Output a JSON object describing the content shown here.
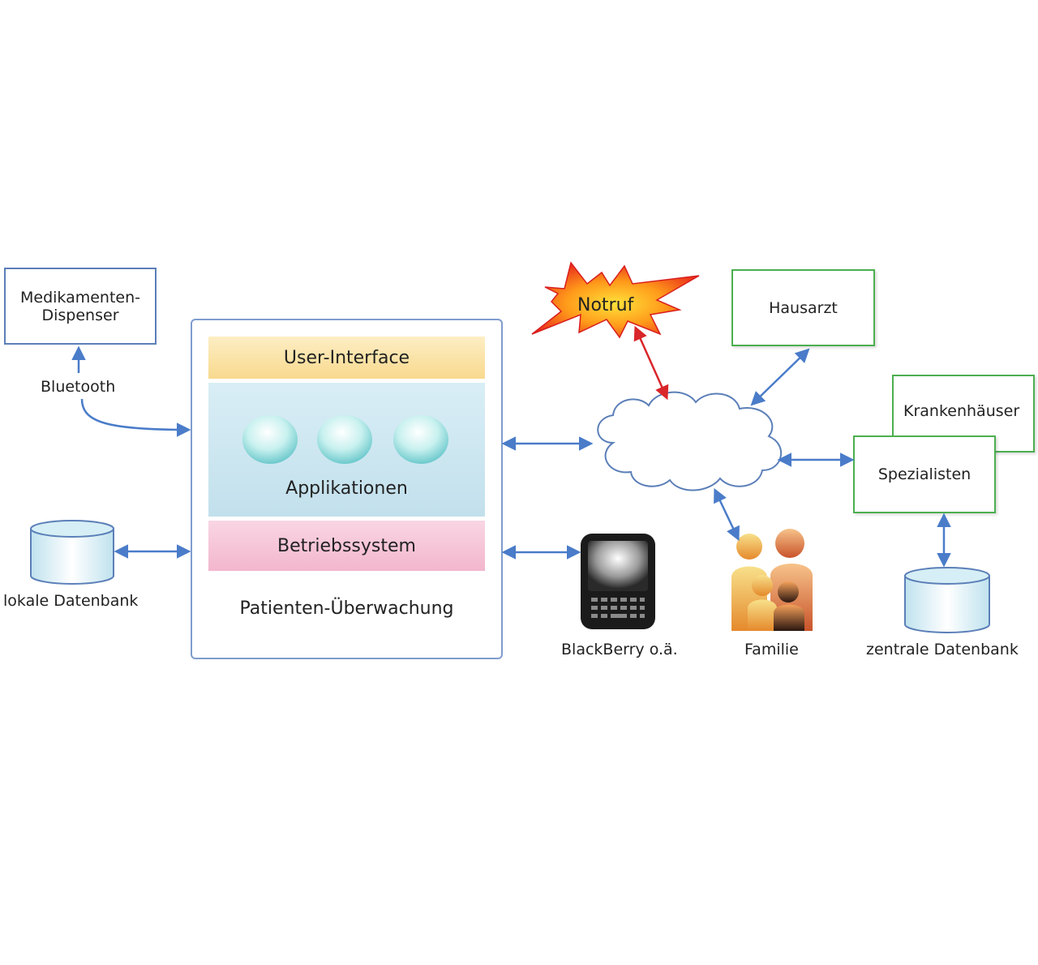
{
  "diagram": {
    "dispenser": {
      "line1": "Medikamenten-",
      "line2": "Dispenser"
    },
    "bluetooth": "Bluetooth",
    "local_db": "lokale Datenbank",
    "main": {
      "ui_layer": "User-Interface",
      "apps_layer": "Applikationen",
      "os_layer": "Betriebssystem",
      "caption": "Patienten-Überwachung"
    },
    "emergency": "Notruf",
    "gp": "Hausarzt",
    "hospitals": "Krankenhäuser",
    "specialists": "Spezialisten",
    "central_db": "zentrale Datenbank",
    "device": "BlackBerry o.ä.",
    "family": "Familie",
    "colors": {
      "box_border": "#5b7fb8",
      "green_border": "#4caf50",
      "arrow": "#4a7cc9",
      "alarm_arrow": "#d9262a",
      "ui_layer": "#fbe3a8",
      "apps_layer": "#cfe7f1",
      "os_layer": "#f6c3d6"
    }
  }
}
